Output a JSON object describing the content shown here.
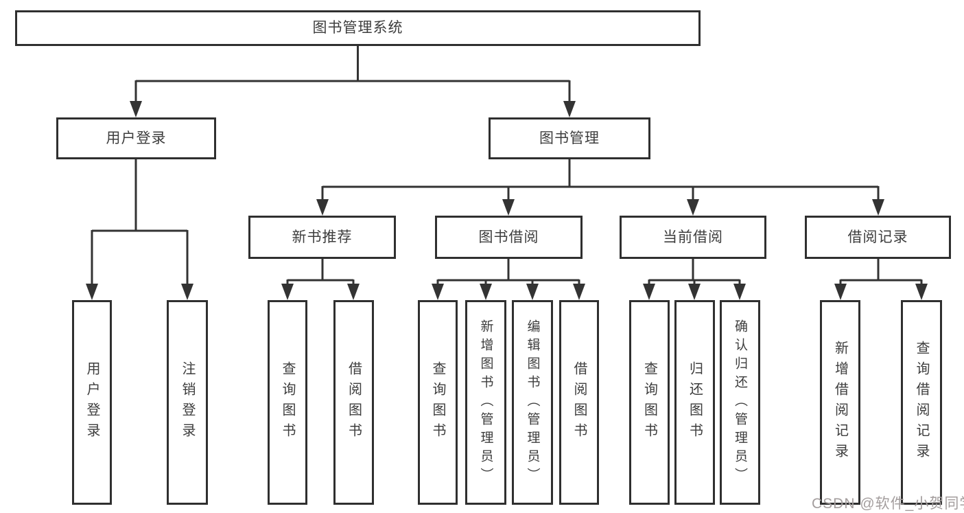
{
  "root": {
    "label": "图书管理系统"
  },
  "nodes": {
    "user_login": {
      "label": "用户登录"
    },
    "book_mgmt": {
      "label": "图书管理"
    },
    "new_book_rec": {
      "label": "新书推荐"
    },
    "book_borrow": {
      "label": "图书借阅"
    },
    "current_borrow": {
      "label": "当前借阅"
    },
    "borrow_records": {
      "label": "借阅记录"
    }
  },
  "leaves": {
    "ul_login": {
      "label": "用户登录"
    },
    "ul_logout": {
      "label": "注销登录"
    },
    "nb_query": {
      "label": "查询图书"
    },
    "nb_borrow": {
      "label": "借阅图书"
    },
    "bb_query": {
      "label": "查询图书"
    },
    "bb_add": {
      "label": "新增图书（管理员）"
    },
    "bb_edit": {
      "label": "编辑图书（管理员）"
    },
    "bb_borrow": {
      "label": "借阅图书"
    },
    "cb_query": {
      "label": "查询图书"
    },
    "cb_return": {
      "label": "归还图书"
    },
    "cb_confirm": {
      "label": "确认归还（管理员）"
    },
    "br_add": {
      "label": "新增借阅记录"
    },
    "br_query": {
      "label": "查询借阅记录"
    }
  },
  "watermark": "CSDN @软件_小贺同学",
  "colors": {
    "line": "#333333",
    "border": "#2f2f2f",
    "text": "#3d3d3d",
    "watermark": "#a39d9d",
    "background": "#ffffff"
  }
}
